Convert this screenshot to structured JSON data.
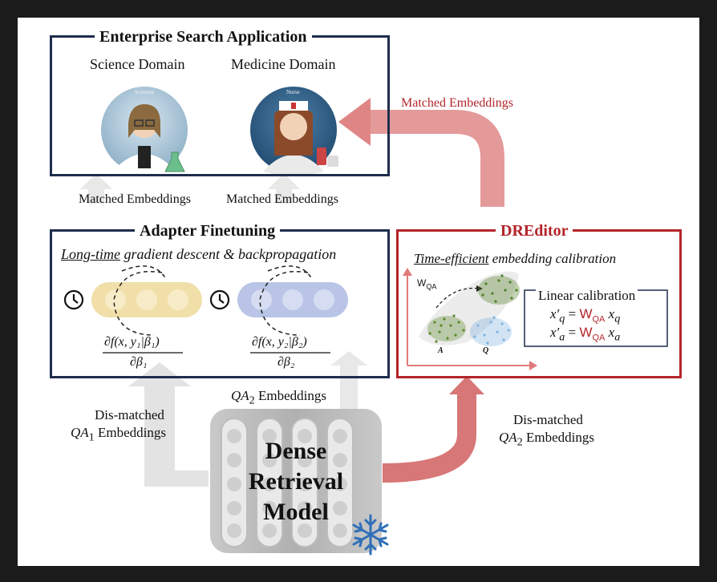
{
  "top_box": {
    "title": "Enterprise Search Application",
    "science_label": "Science Domain",
    "medicine_label": "Medicine Domain",
    "scientist_badge": "Scientist",
    "nurse_badge": "Nurse"
  },
  "matched_left": "Matched Embeddings",
  "matched_mid": "Matched Embeddings",
  "matched_right": "Matched Embeddings",
  "adapter": {
    "title": "Adapter Finetuning",
    "subtitle_u": "Long-time",
    "subtitle_rest": " gradient descent & backpropagation",
    "formula1_num": "∂f(x, y₁|β₁)",
    "formula1_den": "∂β₁",
    "formula2_num": "∂f(x, y₂|β₂)",
    "formula2_den": "∂β₂"
  },
  "dreditor": {
    "title": "DREditor",
    "subtitle_u": "Time-efficient",
    "subtitle_rest": "  embedding calibration",
    "w_label": "W",
    "w_sub": "QA",
    "axis_a": "A",
    "axis_q": "Q",
    "linear_title": "Linear calibration",
    "eq1_lhs": "x′",
    "eq1_lhs_sub": "q",
    "eq2_lhs": "x′",
    "eq2_lhs_sub": "a",
    "eq_eq": " = ",
    "eq_w": "W",
    "eq_w_sub": "QA",
    "eq1_rhs": " x",
    "eq1_rhs_sub": "q",
    "eq2_rhs": " x",
    "eq2_rhs_sub": "a"
  },
  "qa2_top": {
    "prefix": "QA",
    "sub": "2",
    "suffix": " Embeddings"
  },
  "dis_left": {
    "line1": "Dis-matched",
    "prefix": "QA",
    "sub": "1",
    "suffix": " Embeddings"
  },
  "dis_right": {
    "line1": "Dis-matched",
    "prefix": "QA",
    "sub": "2",
    "suffix": " Embeddings"
  },
  "model": {
    "line1": "Dense",
    "line2": "Retrieval",
    "line3": "Model"
  },
  "icons": {
    "clock": "clock-icon",
    "snowflake": "snowflake-icon",
    "scientist": "scientist-avatar",
    "nurse": "nurse-avatar"
  },
  "colors": {
    "navy": "#1f2d4d",
    "red": "#b3252a",
    "red_arrow": "#d97f7f",
    "gray_arrow": "#e6e6e6",
    "yellow": "#f1dfa9",
    "blue": "#b9c4e6",
    "snow": "#2f6fb8"
  }
}
